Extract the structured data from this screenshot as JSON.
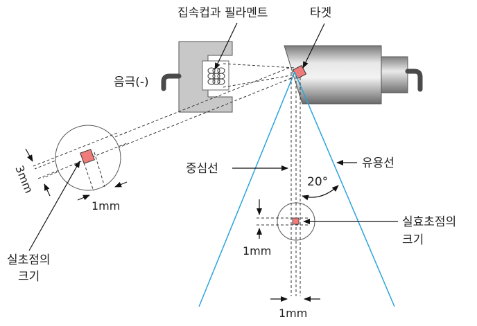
{
  "labels": {
    "cup_filament": "집속컵과 필라멘트",
    "target": "타겟",
    "cathode": "음극(-)",
    "center_line": "중심선",
    "useful_line": "유용선",
    "angle": "20°",
    "real_focus_line1": "실초점의",
    "real_focus_line2": "크기",
    "effective_focus_line1": "실효초점의",
    "effective_focus_line2": "크기",
    "dim_3mm": "3mm",
    "dim_1mm_real": "1mm",
    "dim_1mm_effective": "1mm",
    "dim_1mm_bottom": "1mm"
  },
  "colors": {
    "beam": "#2aa4dc",
    "focal_spot": "#f07b7b",
    "cathode_fill": "#c9c9c9",
    "tube_dark": "#6f6f6f",
    "tube_light": "#e6e6e6"
  }
}
